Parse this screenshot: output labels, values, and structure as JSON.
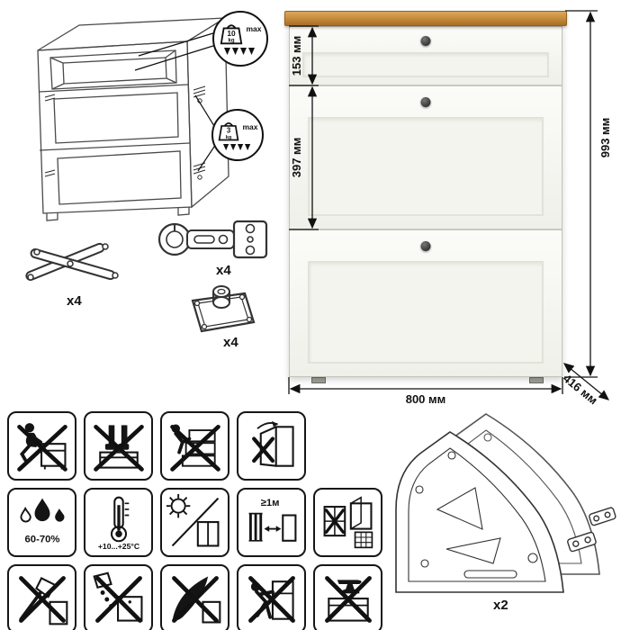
{
  "callouts": {
    "drawer": {
      "value": "10",
      "unit": "kg",
      "max_label": "max"
    },
    "flap": {
      "value": "3",
      "unit": "kg",
      "max_label": "max"
    }
  },
  "dimensions": {
    "drawer_height": "153 мм",
    "flap_height": "397 мм",
    "total_height": "993 мм",
    "width": "800 мм",
    "depth": "416 мм"
  },
  "hardware": {
    "stay": {
      "count_label": "x4"
    },
    "hinge": {
      "count_label": "x4"
    },
    "foot": {
      "count_label": "x4"
    },
    "mechanism": {
      "count_label": "x2"
    }
  },
  "pictograms": {
    "humidity_label": "60-70%",
    "temperature_label": "+10...+25°С",
    "distance_label": "≥1м"
  },
  "colors": {
    "wood": "#c98f3f",
    "line": "#4a4a4a",
    "ink": "#111111"
  }
}
